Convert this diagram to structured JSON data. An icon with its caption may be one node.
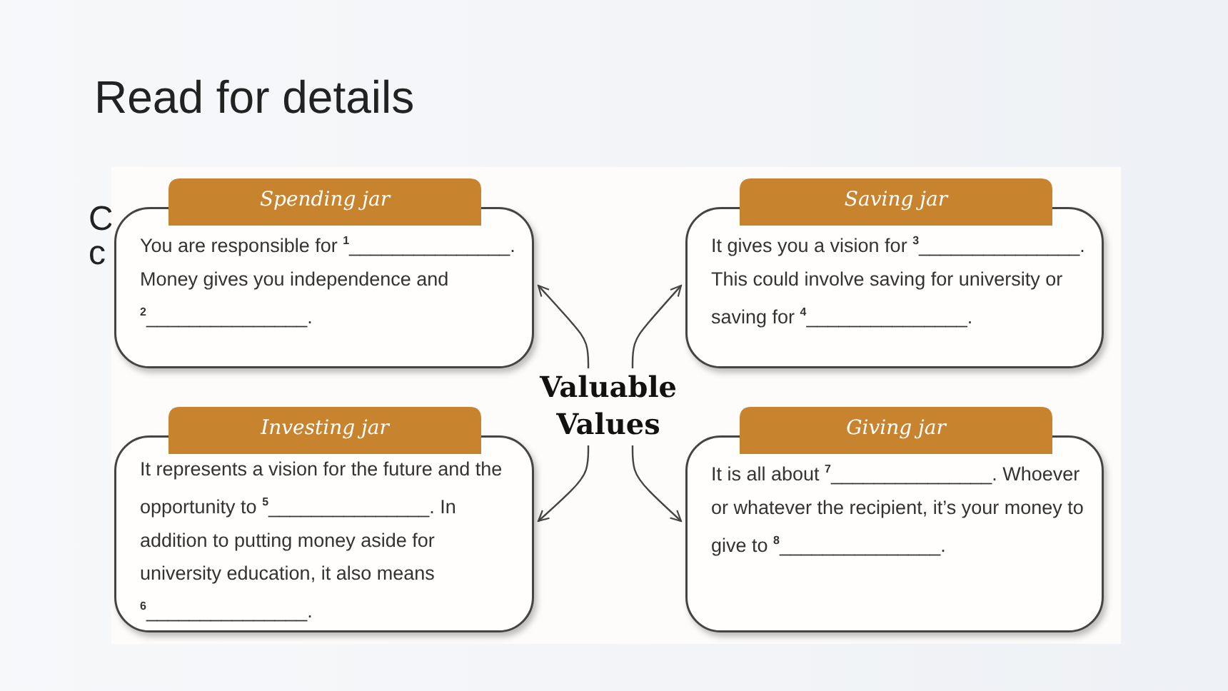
{
  "diagram": {
    "title": "Read for details",
    "nodes": [
      {
        "text": [
          "Valuable Values"
        ]
      },
      {
        "text": [
          "Spending jar",
          "You are responsible for $^{1}$_______________. Money gives you independence and $^{2}$_______________."
        ]
      },
      {
        "text": [
          "Saving jar",
          "It gives you a vision for $^{3}$_______________. This could involve saving for university or saving for $^{4}$_______________."
        ]
      },
      {
        "text": [
          "Investing jar",
          "It represents a vision for the future and the opportunity to $^{5}$_______________. In addition to putting money aside for university education, it also means $^{6}$_______________."
        ]
      },
      {
        "text": [
          "Giving jar",
          "It is all about $^{7}$_______________. Whoever or whatever the recipient, it’s your money to give to $^{8}$_______________."
        ]
      }
    ],
    "edges": [
      {
        "from": 0,
        "to": 1,
        "arrow": "to"
      },
      {
        "from": 0,
        "to": 2,
        "arrow": "to"
      },
      {
        "from": 0,
        "to": 3,
        "arrow": "to"
      },
      {
        "from": 0,
        "to": 4,
        "arrow": "to"
      }
    ],
    "labels": [
      "C",
      "c"
    ]
  }
}
